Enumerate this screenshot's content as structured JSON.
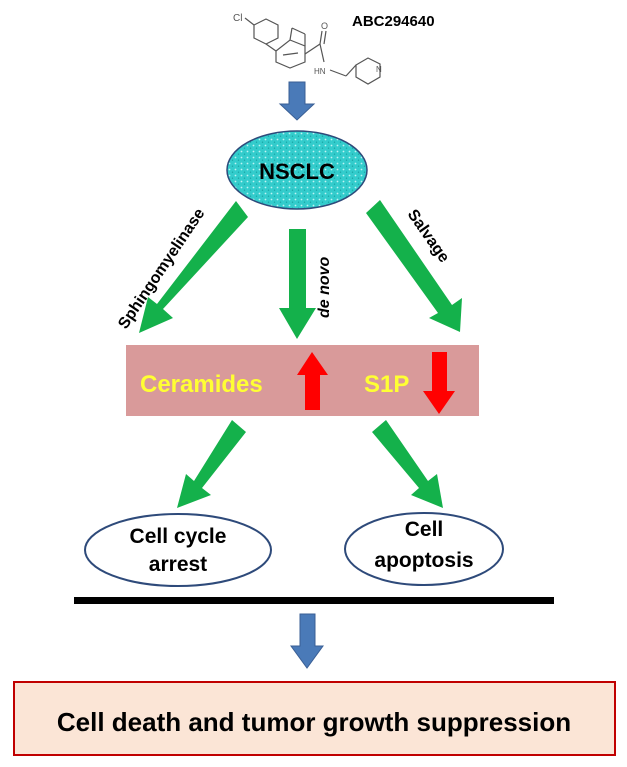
{
  "compound": {
    "name": "ABC294640"
  },
  "nsclc": {
    "label": "NSCLC"
  },
  "pathways": {
    "left": "Sphingomyelinase",
    "center": "de novo",
    "right": "Salvage"
  },
  "lipids": {
    "ceramides": "Ceramides",
    "s1p": "S1P"
  },
  "outcomes": {
    "left_line1": "Cell cycle",
    "left_line2": "arrest",
    "right_line1": "Cell",
    "right_line2": "apoptosis"
  },
  "conclusion": "Cell death and tumor growth suppression",
  "colors": {
    "green_arrow": "#14b14b",
    "red_arrow": "#ff0000",
    "blue_arrow": "#4a7ab8",
    "lipid_box": "#d99a9a",
    "nsclc_fill": "#33cccc",
    "oval_stroke": "#2e4a7a",
    "final_box_fill": "#fbe5d6",
    "final_box_stroke": "#c00000"
  }
}
